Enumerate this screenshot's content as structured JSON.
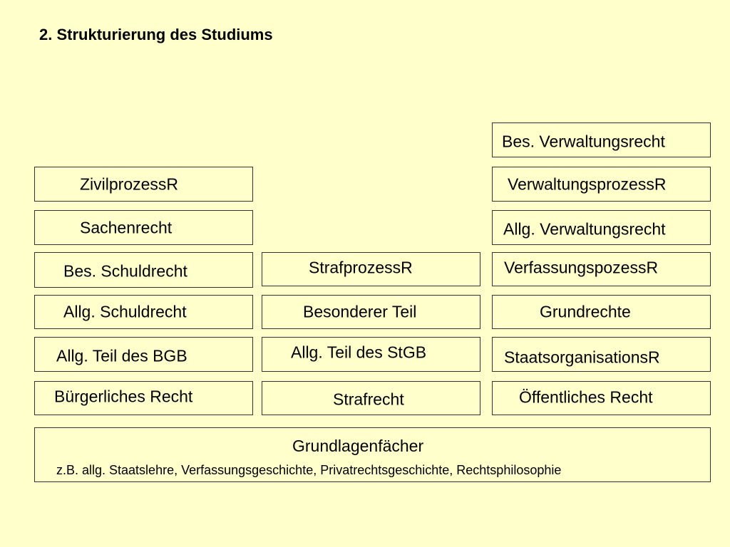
{
  "title": "2. Strukturierung des Studiums",
  "columns": {
    "zivilrecht": {
      "foundation": "Bürgerliches Recht",
      "allg_teil": "Allg. Teil des BGB",
      "allg_schuldrecht": "Allg. Schuldrecht",
      "bes_schuldrecht": "Bes. Schuldrecht",
      "sachenrecht": "Sachenrecht",
      "zivilprozess": "ZivilprozessR"
    },
    "strafrecht": {
      "foundation": "Strafrecht",
      "allg_teil": "Allg. Teil des StGB",
      "besonderer_teil": "Besonderer Teil",
      "strafprozess": "StrafprozessR"
    },
    "oeffentliches_recht": {
      "foundation": "Öffentliches Recht",
      "staatsorganisation": "StaatsorganisationsR",
      "grundrechte": "Grundrechte",
      "verfassungsprozess": "VerfassungspozessR",
      "allg_verwaltungsrecht": "Allg. Verwaltungsrecht",
      "verwaltungsprozess": "VerwaltungsprozessR",
      "bes_verwaltungsrecht": "Bes. Verwaltungsrecht"
    }
  },
  "grundlagen": {
    "title": "Grundlagenfächer",
    "subtitle": "z.B. allg. Staatslehre, Verfassungsgeschichte, Privatrechtsgeschichte, Rechtsphilosophie"
  }
}
